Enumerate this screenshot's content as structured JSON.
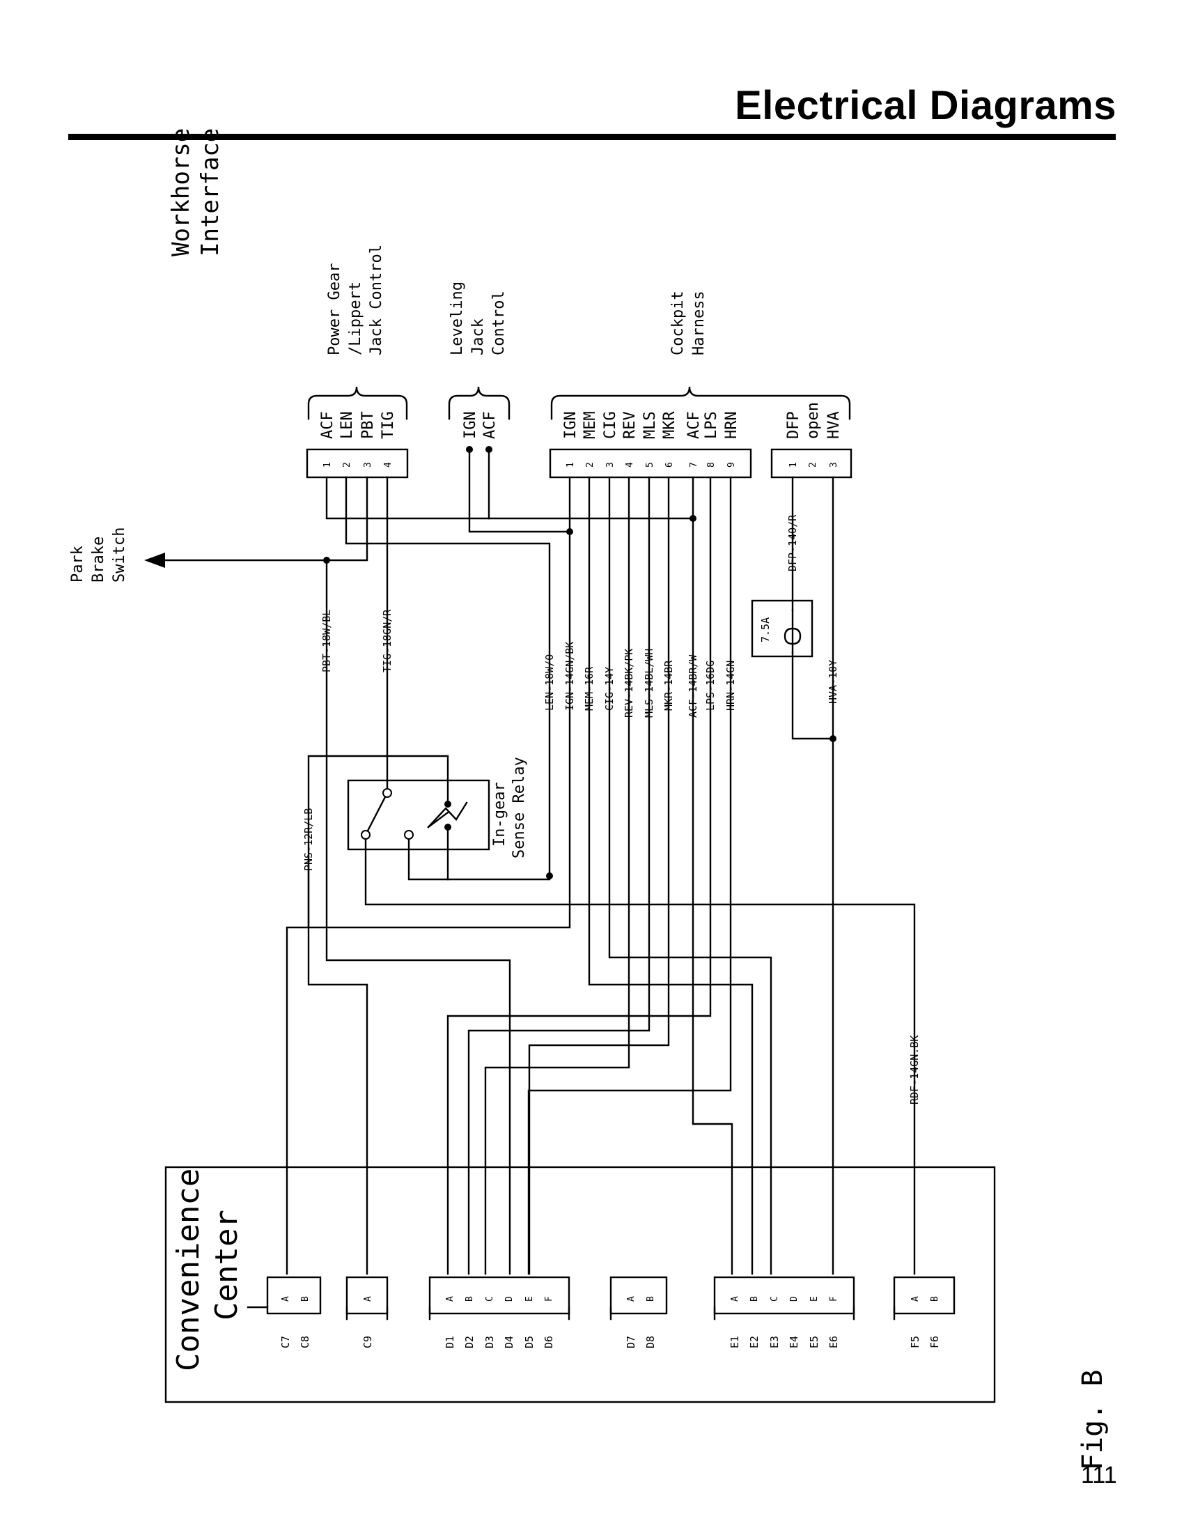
{
  "header": {
    "title": "Electrical Diagrams"
  },
  "page_number": "111",
  "figure_label": "Fig. B",
  "diagram_title": [
    "Workhorse",
    "Interface"
  ],
  "park_brake_label": [
    "Park",
    "Brake",
    "Switch"
  ],
  "groups": {
    "power_gear": [
      "Power Gear",
      "/Lippert",
      "Jack Control"
    ],
    "leveling": [
      "Leveling",
      "Jack",
      "Control"
    ],
    "cockpit": [
      "Cockpit",
      "Harness"
    ]
  },
  "connectors": {
    "power_gear": {
      "signals": [
        "ACF",
        "LEN",
        "PBT",
        "TIG"
      ],
      "pins": [
        "1",
        "2",
        "3",
        "4"
      ]
    },
    "leveling": {
      "signals": [
        "IGN",
        "ACF"
      ]
    },
    "cockpit_a": {
      "signals": [
        "IGN",
        "MEM",
        "CIG",
        "REV",
        "MLS",
        "MKR",
        "ACF",
        "LPS",
        "HRN"
      ],
      "pins": [
        "1",
        "2",
        "3",
        "4",
        "5",
        "6",
        "7",
        "8",
        "9"
      ]
    },
    "cockpit_b": {
      "signals": [
        "DFP",
        "open",
        "HVA"
      ],
      "pins": [
        "1",
        "2",
        "3"
      ]
    }
  },
  "wires": [
    "PBT-18W/BL",
    "TIG-18GN/R",
    "LEN-18W/O",
    "IGN-14GN/BK",
    "MEM-16R",
    "CIG-14Y",
    "REV-14BK/PK",
    "MLS-14BL/WH",
    "MKR-14BR",
    "ACF-14BR/W",
    "LPS-16DG",
    "HRN-14GN",
    "DFP-14O/R",
    "HVA-10Y",
    "PNS-12R/LB",
    "RDF-14GN.BK"
  ],
  "fuse_label": "7.5A",
  "relay_label": [
    "In-gear",
    "Sense Relay"
  ],
  "convenience_center": {
    "title": [
      "Convenience",
      "Center"
    ],
    "blocks": [
      {
        "pins": [
          "A",
          "B"
        ],
        "labels": [
          "C7",
          "C8"
        ]
      },
      {
        "pins": [
          "A"
        ],
        "labels": [
          "C9"
        ]
      },
      {
        "pins": [
          "A",
          "B",
          "C",
          "D",
          "E",
          "F"
        ],
        "labels": [
          "D1",
          "D2",
          "D3",
          "D4",
          "D5",
          "D6"
        ]
      },
      {
        "pins": [
          "A",
          "B"
        ],
        "labels": [
          "D7",
          "D8"
        ]
      },
      {
        "pins": [
          "A",
          "B",
          "C",
          "D",
          "E",
          "F"
        ],
        "labels": [
          "E1",
          "E2",
          "E3",
          "E4",
          "E5",
          "E6"
        ]
      },
      {
        "pins": [
          "A",
          "B"
        ],
        "labels": [
          "F5",
          "F6"
        ]
      }
    ]
  }
}
